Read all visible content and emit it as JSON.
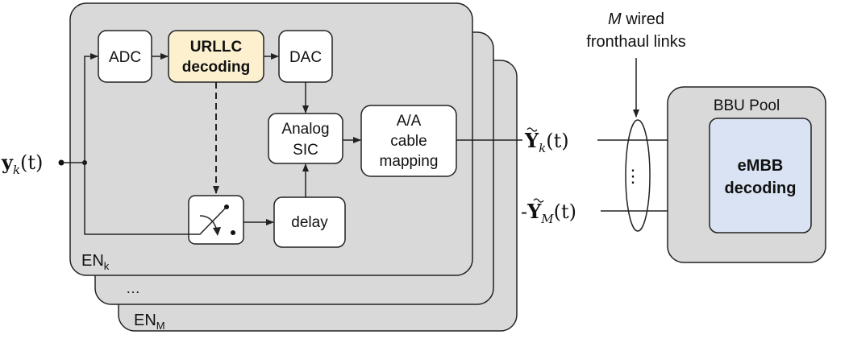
{
  "en_stack": {
    "front_label_main": "EN",
    "front_label_sub": "k",
    "middle_label": "…",
    "back_label_main": "EN",
    "back_label_sub": "M"
  },
  "blocks": {
    "adc": "ADC",
    "urllc_line1": "URLLC",
    "urllc_line2": "decoding",
    "dac": "DAC",
    "analog_sic_line1": "Analog",
    "analog_sic_line2": "SIC",
    "aa_line1": "A/A",
    "aa_line2": "cable",
    "aa_line3": "mapping",
    "delay": "delay"
  },
  "signals": {
    "input_bold": "y",
    "input_sub": "k",
    "input_rest": "(t)",
    "out_k_bold": "Y",
    "out_k_sub": "k",
    "out_k_rest": "(t)",
    "out_m_prefix": "-",
    "out_m_bold": "Y",
    "out_m_sub": "M",
    "out_m_rest": "(t)",
    "vdots": "⋮"
  },
  "fronthaul": {
    "line1_italic": "M",
    "line1_rest": " wired",
    "line2": "fronthaul links"
  },
  "bbu": {
    "title": "BBU Pool",
    "decoder_line1": "eMBB",
    "decoder_line2": "decoding"
  },
  "colors": {
    "en_fill": "#d9d9d9",
    "urllc_fill": "#fcf0cf",
    "embb_fill": "#dae3f3",
    "stroke": "#222222"
  }
}
